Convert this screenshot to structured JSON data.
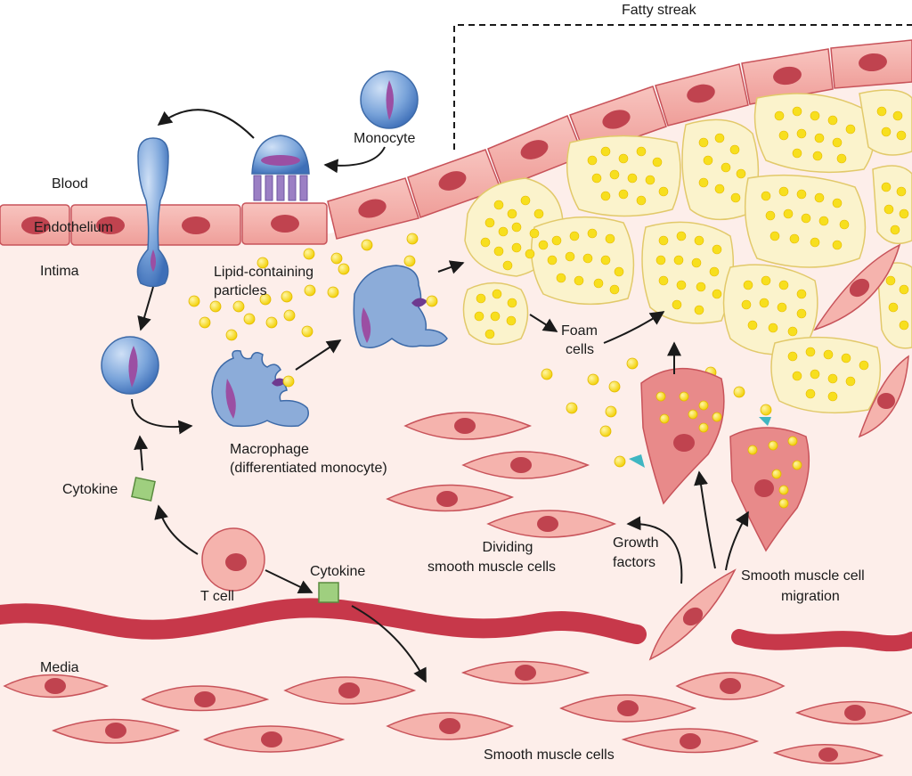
{
  "labels": {
    "fatty_streak": "Fatty streak",
    "monocyte": "Monocyte",
    "blood": "Blood",
    "endothelium": "Endothelium",
    "intima": "Intima",
    "lipid_particles_1": "Lipid-containing",
    "lipid_particles_2": "particles",
    "foam_cells_1": "Foam",
    "foam_cells_2": "cells",
    "macrophage_1": "Macrophage",
    "macrophage_2": "(differentiated monocyte)",
    "cytokine_left": "Cytokine",
    "cytokine_center": "Cytokine",
    "t_cell": "T cell",
    "dividing_smc_1": "Dividing",
    "dividing_smc_2": "smooth muscle cells",
    "growth_factors_1": "Growth",
    "growth_factors_2": "factors",
    "smc_migration_1": "Smooth muscle cell",
    "smc_migration_2": "migration",
    "media": "Media",
    "smooth_muscle_cells": "Smooth muscle cells"
  },
  "colors": {
    "intima_bg": "#fdeeea",
    "endothelium": "#f3a9a4",
    "cell_outline": "#c8535a",
    "nucleus": "#c0434f",
    "monocyte_blue": "#6f9bd6",
    "monocyte_nucleus": "#9b4fa3",
    "lipid_yellow": "#f7df1e",
    "foam_cell_fill": "#fbf3cc",
    "elastic_lamina": "#c7384a",
    "cytokine_green": "#9fcf7f",
    "receptor_cyan": "#3fb6c2"
  }
}
